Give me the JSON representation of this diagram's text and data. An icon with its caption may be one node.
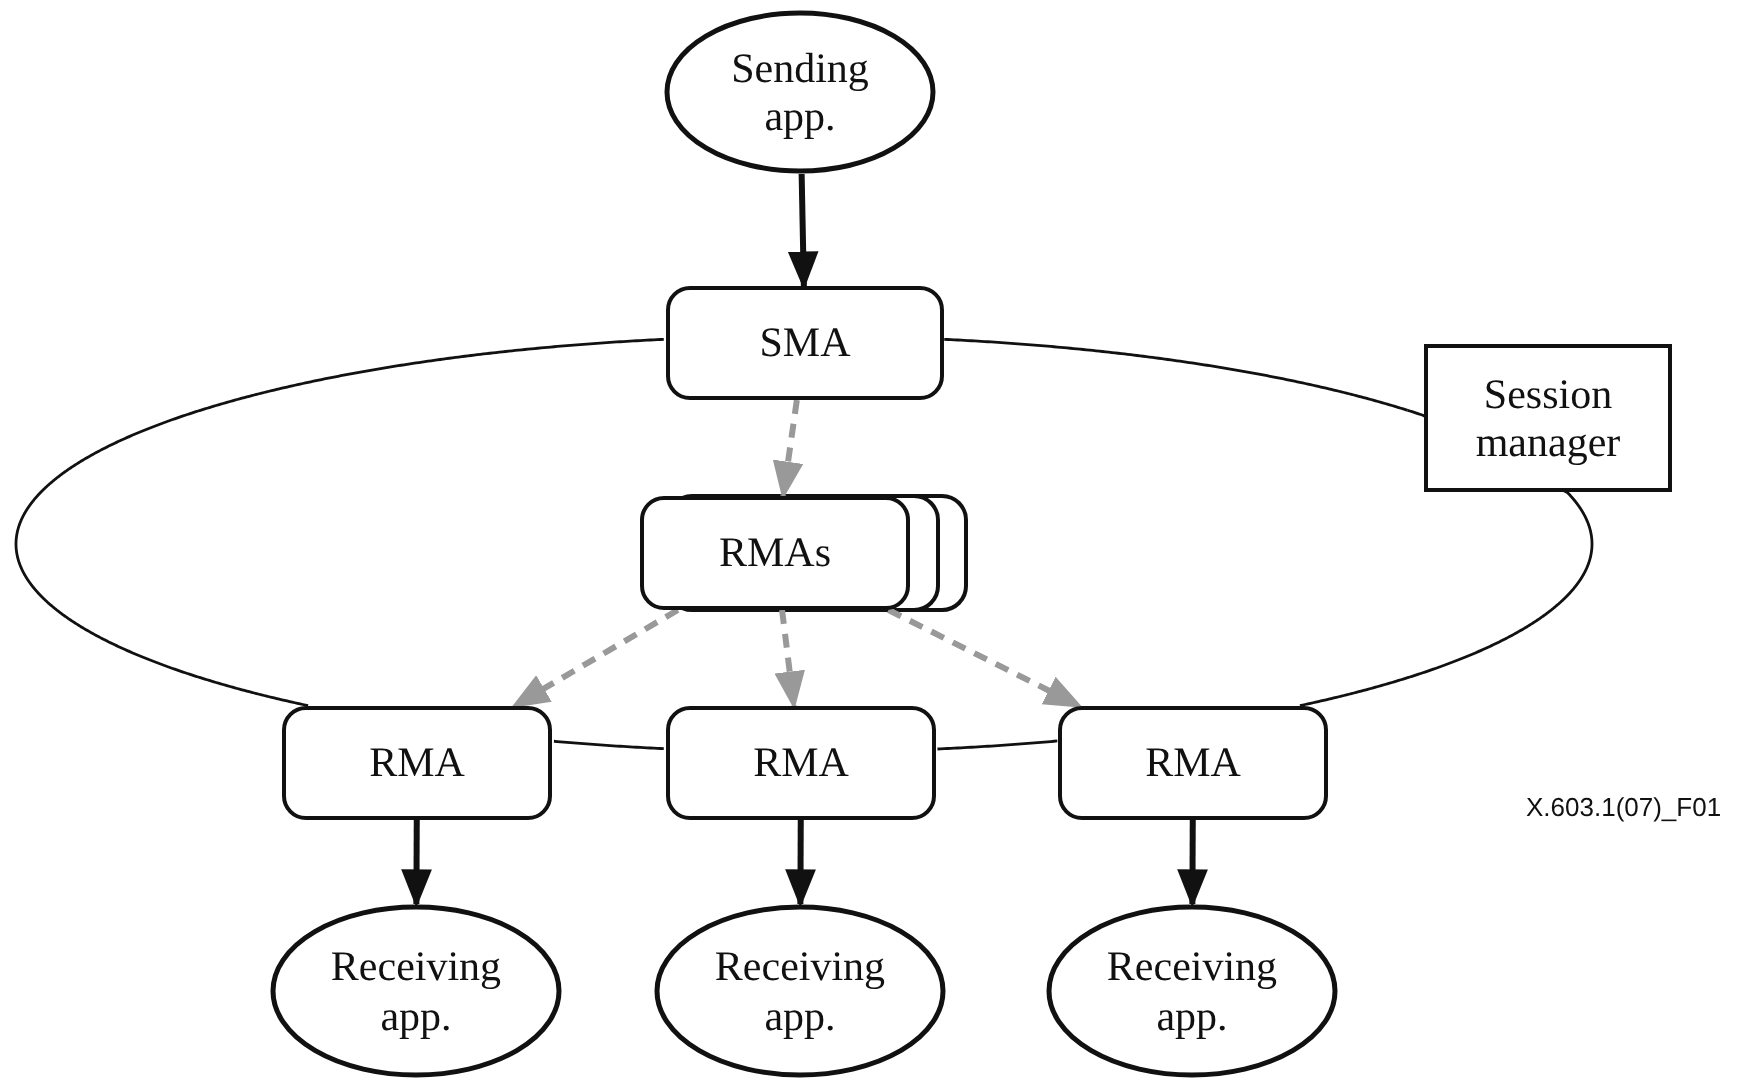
{
  "diagram": {
    "nodes": [
      {
        "text": [
          "Sending app."
        ]
      },
      {
        "text": [
          "SMA"
        ]
      },
      {
        "text": [
          "Session manager"
        ]
      },
      {
        "text": [
          "RMAs"
        ]
      },
      {
        "text": [
          "RMA"
        ]
      },
      {
        "text": [
          "RMA"
        ]
      },
      {
        "text": [
          "RMA"
        ]
      },
      {
        "text": [
          "Receiving app."
        ]
      },
      {
        "text": [
          "Receiving app."
        ]
      },
      {
        "text": [
          "Receiving app."
        ]
      }
    ],
    "edges": [
      {
        "from": 0,
        "to": 1,
        "arrow": "to"
      },
      {
        "from": 1,
        "to": 3,
        "arrow": "to",
        "style": "dashed",
        "color": "#999999"
      },
      {
        "from": 3,
        "to": 4,
        "arrow": "to",
        "style": "dashed",
        "color": "#999999"
      },
      {
        "from": 3,
        "to": 5,
        "arrow": "to",
        "style": "dashed",
        "color": "#999999"
      },
      {
        "from": 3,
        "to": 6,
        "arrow": "to",
        "style": "dashed",
        "color": "#999999"
      },
      {
        "from": 4,
        "to": 7,
        "arrow": "to"
      },
      {
        "from": 5,
        "to": 8,
        "arrow": "to"
      },
      {
        "from": 6,
        "to": 9,
        "arrow": "to"
      },
      {
        "from": 1,
        "to": 2,
        "arrow": "none"
      },
      {
        "from": 2,
        "to": 6,
        "arrow": "none"
      },
      {
        "from": 6,
        "to": 5,
        "arrow": "none"
      },
      {
        "from": 5,
        "to": 4,
        "arrow": "none"
      },
      {
        "from": 4,
        "to": 1,
        "arrow": "none"
      }
    ],
    "labels": [
      "X.603.1(07)_F01"
    ]
  }
}
